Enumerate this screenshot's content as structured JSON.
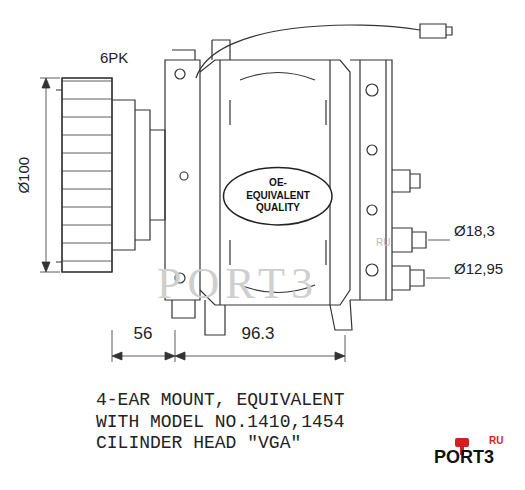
{
  "diagram": {
    "caption": "4-EAR MOUNT, EQUIVALENT WITH MODEL NO.1410,1454 CILINDER HEAD \"VGA\"",
    "nodes": [
      {
        "text": [
          "OE- EQUIVALENT QUALITY"
        ]
      }
    ],
    "labels": [
      "6PK",
      "Ø100",
      "Ø18,3",
      "Ø12,95",
      "56",
      "96.3",
      "RU",
      "PORT3",
      "RU",
      "PORT3"
    ]
  }
}
